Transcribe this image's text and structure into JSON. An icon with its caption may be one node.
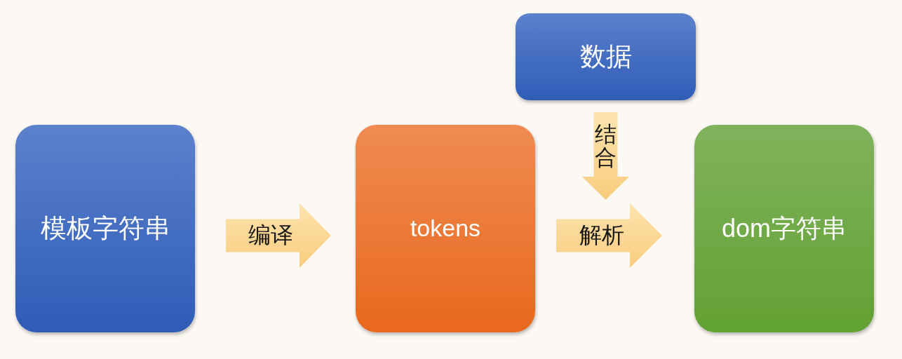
{
  "diagram": {
    "nodes": [
      {
        "text": [
          "模板字符串"
        ]
      },
      {
        "text": [
          "tokens"
        ]
      },
      {
        "text": [
          "数据"
        ]
      },
      {
        "text": [
          "dom字符串"
        ]
      }
    ],
    "edges": [
      {
        "from": 0,
        "to": 1,
        "arrow": "to",
        "label": "编译"
      },
      {
        "from": 1,
        "to": 3,
        "arrow": "to",
        "label": "解析"
      },
      {
        "from": 2,
        "to": null,
        "arrow": "to",
        "label": "结合"
      }
    ]
  }
}
